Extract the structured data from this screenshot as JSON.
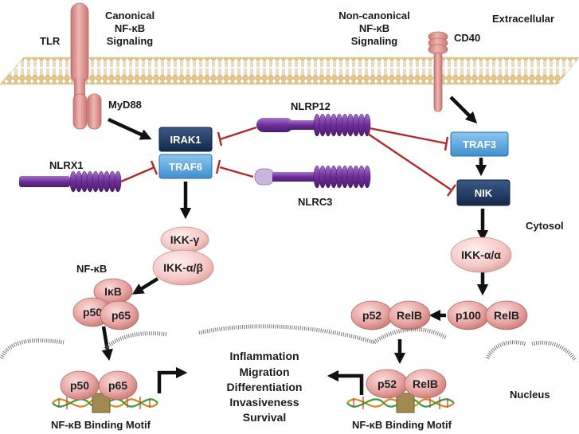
{
  "labels": {
    "canonical": [
      "Canonical",
      "NF-κB",
      "Signaling"
    ],
    "noncanonical": [
      "Non-canonical",
      "NF-κB",
      "Signaling"
    ],
    "extracellular": "Extracellular",
    "cytosol": "Cytosol",
    "nucleus": "Nucleus",
    "tlr": "TLR",
    "cd40": "CD40",
    "myd88": "MyD88",
    "nlrp12": "NLRP12",
    "nlrx1": "NLRX1",
    "nlrc3": "NLRC3",
    "nfkb": "NF-κB",
    "binding_motif_left": "NF-κB Binding Motif",
    "binding_motif_right": "NF-κB Binding Motif"
  },
  "boxes": {
    "irak1": "IRAK1",
    "traf6": "TRAF6",
    "traf3": "TRAF3",
    "nik": "NIK"
  },
  "proteins": {
    "ikk_gamma": "IKK-γ",
    "ikk_ab": "IKK-α/β",
    "ikb": "IκB",
    "p50": "p50",
    "p65": "p65",
    "ikk_aa": "IKK-α/α",
    "p52": "p52",
    "relb": "RelB",
    "p100": "p100",
    "relb2": "RelB",
    "p50_dna": "p50",
    "p65_dna": "p65",
    "p52_dna": "p52",
    "relb_dna": "RelB"
  },
  "outcomes": [
    "Inflammation",
    "Migration",
    "Differentiation",
    "Invasiveness",
    "Survival"
  ],
  "colors": {
    "receptor": "#e39a96",
    "membrane_head": "#e2c47a",
    "dark_box": "#213a5e",
    "light_box": "#5ea9e2",
    "protein": "#e8a6a3",
    "ikk": "#f4c6c3",
    "nlr": "#7a3aa6",
    "inhibit": "#b02a2a"
  }
}
